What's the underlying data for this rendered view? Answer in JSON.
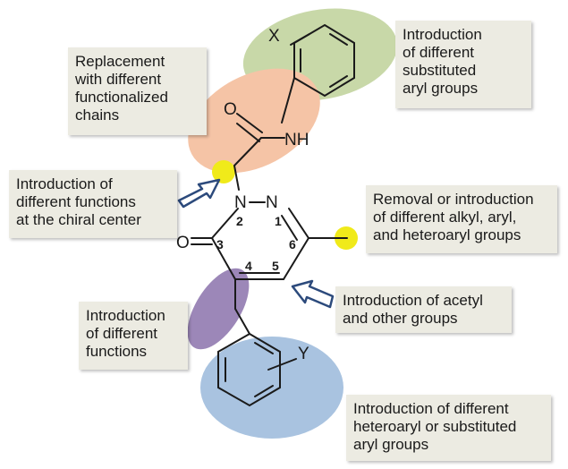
{
  "annotations": {
    "replacement_chains": "Replacement\nwith different\nfunctionalized\nchains",
    "aryl_groups_top": "Introduction\nof different\nsubstituted\naryl groups",
    "chiral_center": "Introduction of\ndifferent functions\nat the chiral center",
    "alkyl_aryl": "Removal or introduction\nof different alkyl, aryl,\nand heteroaryl groups",
    "acetyl": "Introduction of acetyl\nand other groups",
    "functions": "Introduction\nof different\nfunctions",
    "heteroaryl": "Introduction of different\nheteroaryl or substituted\naryl groups"
  },
  "atoms": {
    "x_sub": "X",
    "y_sub": "Y",
    "amide_o": "O",
    "amide_nh": "NH",
    "ring_n2": "N",
    "ring_n1": "N",
    "keto_o": "O"
  },
  "ring_numbers": {
    "n1": "1",
    "n2": "2",
    "n3": "3",
    "n4": "4",
    "n5": "5",
    "n6": "6"
  },
  "colors": {
    "green_zone": "#c8d8a8",
    "orange_zone": "#f5c4a6",
    "purple_zone": "#9c87b8",
    "blue_zone": "#a9c3e0",
    "yellow_dot": "#f0ea1a",
    "arrow_outline": "#2c4a7c",
    "box_fill": "#ecebe2"
  }
}
